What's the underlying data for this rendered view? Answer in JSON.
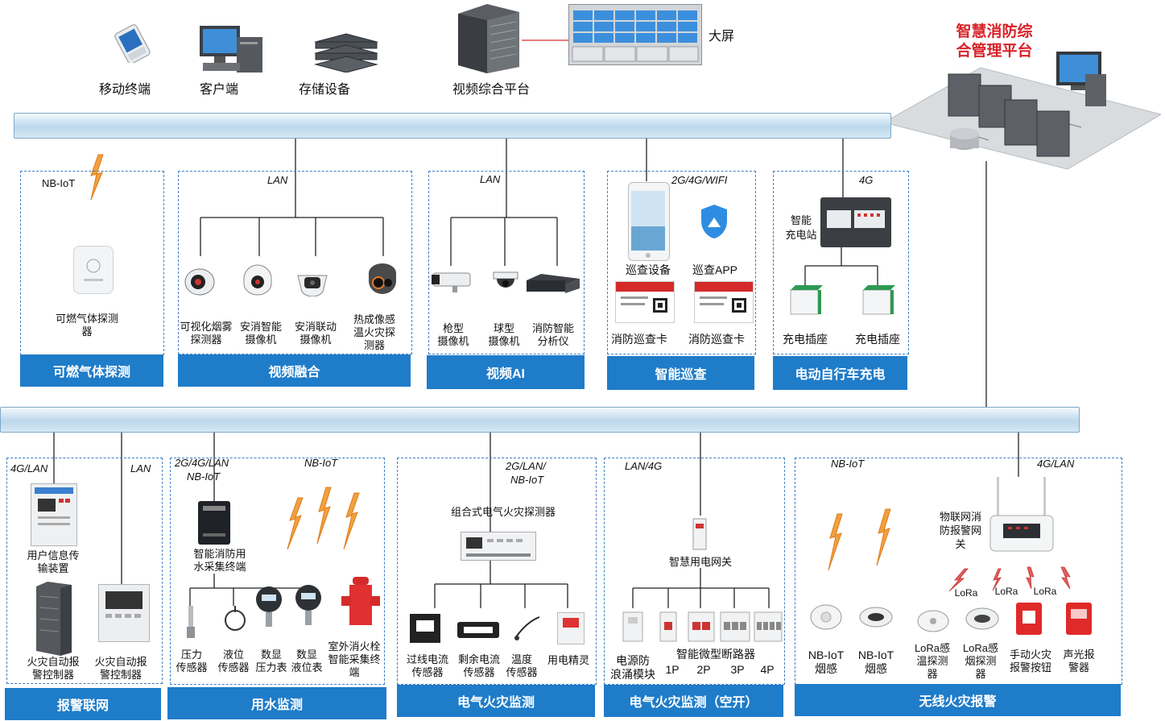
{
  "top": {
    "mobile": "移动终端",
    "client": "客户端",
    "storage": "存储设备",
    "video_platform": "视频综合平台",
    "big_screen": "大屏",
    "platform_title_1": "智慧消防综",
    "platform_title_2": "合管理平台"
  },
  "gas": {
    "net": "NB-IoT",
    "device": "可燃气体探测",
    "device2": "器",
    "title": "可燃气体探测"
  },
  "video_fusion": {
    "net": "LAN",
    "items": [
      {
        "l1": "可视化烟雾",
        "l2": "探测器"
      },
      {
        "l1": "安消智能",
        "l2": "摄像机"
      },
      {
        "l1": "安消联动",
        "l2": "摄像机"
      },
      {
        "l1": "热成像感",
        "l2": "温火灾探",
        "l3": "测器"
      }
    ],
    "title": "视频融合"
  },
  "video_ai": {
    "net": "LAN",
    "items": [
      {
        "l1": "枪型",
        "l2": "摄像机"
      },
      {
        "l1": "球型",
        "l2": "摄像机"
      },
      {
        "l1": "消防智能",
        "l2": "分析仪"
      }
    ],
    "title": "视频AI"
  },
  "patrol": {
    "net": "2G/4G/WIFI",
    "device": "巡查设备",
    "app": "巡查APP",
    "card1": "消防巡查卡",
    "card2": "消防巡查卡",
    "title": "智能巡查"
  },
  "ebike": {
    "net": "4G",
    "station_l1": "智能",
    "station_l2": "充电站",
    "socket1": "充电插座",
    "socket2": "充电插座",
    "title": "电动自行车充电"
  },
  "alarm": {
    "net1": "4G/LAN",
    "net2": "LAN",
    "device1_l1": "用户信息传",
    "device1_l2": "输装置",
    "controller1_l1": "火灾自动报",
    "controller1_l2": "警控制器",
    "controller2_l1": "火灾自动报",
    "controller2_l2": "警控制器",
    "title": "报警联网"
  },
  "water": {
    "net1_l1": "2G/4G/LAN",
    "net1_l2": "NB-IoT",
    "net2": "NB-IoT",
    "terminal_l1": "智能消防用",
    "terminal_l2": "水采集终端",
    "items": [
      {
        "l1": "压力",
        "l2": "传感器"
      },
      {
        "l1": "液位",
        "l2": "传感器"
      },
      {
        "l1": "数显",
        "l2": "压力表"
      },
      {
        "l1": "数显",
        "l2": "液位表"
      },
      {
        "l1": "室外消火栓",
        "l2": "智能采集终",
        "l3": "端"
      }
    ],
    "title": "用水监测"
  },
  "electric": {
    "net_l1": "2G/LAN/",
    "net_l2": "NB-IoT",
    "detector": "组合式电气火灾探测器",
    "items": [
      {
        "l1": "过线电流",
        "l2": "传感器"
      },
      {
        "l1": "剩余电流",
        "l2": "传感器"
      },
      {
        "l1": "温度",
        "l2": "传感器"
      },
      {
        "l1": "用电精灵"
      }
    ],
    "title": "电气火灾监测"
  },
  "breaker": {
    "net": "LAN/4G",
    "gateway": "智慧用电网关",
    "surge_l1": "电源防",
    "surge_l2": "浪涌模块",
    "breaker_label": "智能微型断路器",
    "poles": [
      "1P",
      "2P",
      "3P",
      "4P"
    ],
    "title": "电气火灾监测（空开）"
  },
  "wireless": {
    "net1": "NB-IoT",
    "net2": "4G/LAN",
    "gateway_l1": "物联网消",
    "gateway_l2": "防报警网",
    "gateway_l3": "关",
    "lora": [
      "LoRa",
      "LoRa",
      "LoRa"
    ],
    "items": [
      {
        "l1": "NB-IoT",
        "l2": "烟感"
      },
      {
        "l1": "NB-IoT",
        "l2": "烟感"
      },
      {
        "l1": "LoRa感",
        "l2": "温探测",
        "l3": "器"
      },
      {
        "l1": "LoRa感",
        "l2": "烟探测",
        "l3": "器"
      },
      {
        "l1": "手动火灾",
        "l2": "报警按钮"
      },
      {
        "l1": "声光报",
        "l2": "警器"
      }
    ],
    "title": "无线火灾报警"
  }
}
